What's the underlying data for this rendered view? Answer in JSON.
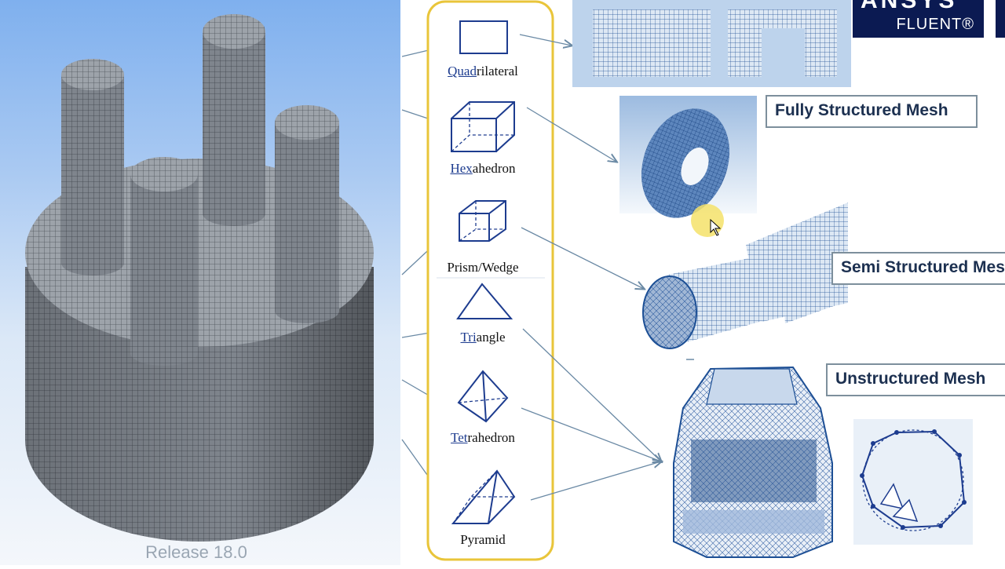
{
  "logo": {
    "wordmark": "ANSYS",
    "product": "FLUENT®"
  },
  "watermark": "Release 18.0",
  "element_types": [
    {
      "prefix": "Quad",
      "rest": "rilateral",
      "icon": "rectangle-icon"
    },
    {
      "prefix": "Hex",
      "rest": "ahedron",
      "icon": "hexahedron-icon"
    },
    {
      "prefix": "",
      "rest": "Prism/Wedge",
      "icon": "prism-icon"
    },
    {
      "prefix": "Tri",
      "rest": "angle",
      "icon": "triangle-icon"
    },
    {
      "prefix": "Tet",
      "rest": "rahedron",
      "icon": "tetrahedron-icon"
    },
    {
      "prefix": "",
      "rest": "Pyramid",
      "icon": "pyramid-icon"
    }
  ],
  "mesh_types": {
    "fully": "Fully Structured Mesh",
    "semi": "Semi Structured Mesh",
    "unstructured": "Unstructured Mesh"
  },
  "colors": {
    "accent": "#e9c53a",
    "mesh_dark": "#5a6068",
    "mesh_blue": "#1d4f95",
    "label_text": "#1c3050",
    "logo_bg": "#0b1a52",
    "line": "#6b8aa5"
  }
}
